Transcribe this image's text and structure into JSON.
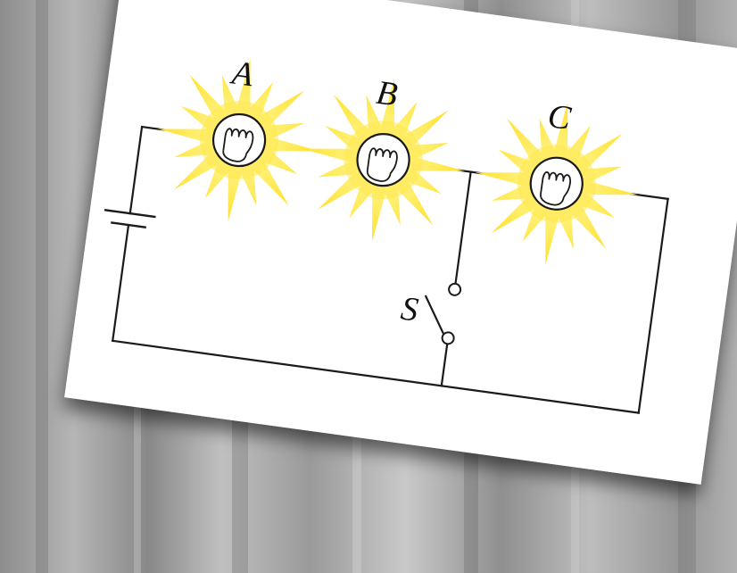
{
  "diagram": {
    "bulbs": [
      {
        "label": "A"
      },
      {
        "label": "B"
      },
      {
        "label": "C"
      }
    ],
    "switch_label": "S",
    "colors": {
      "wire": "#1a1a1a",
      "glow": "#ffe84a",
      "card": "#ffffff",
      "background": "#9a9a9a"
    }
  }
}
